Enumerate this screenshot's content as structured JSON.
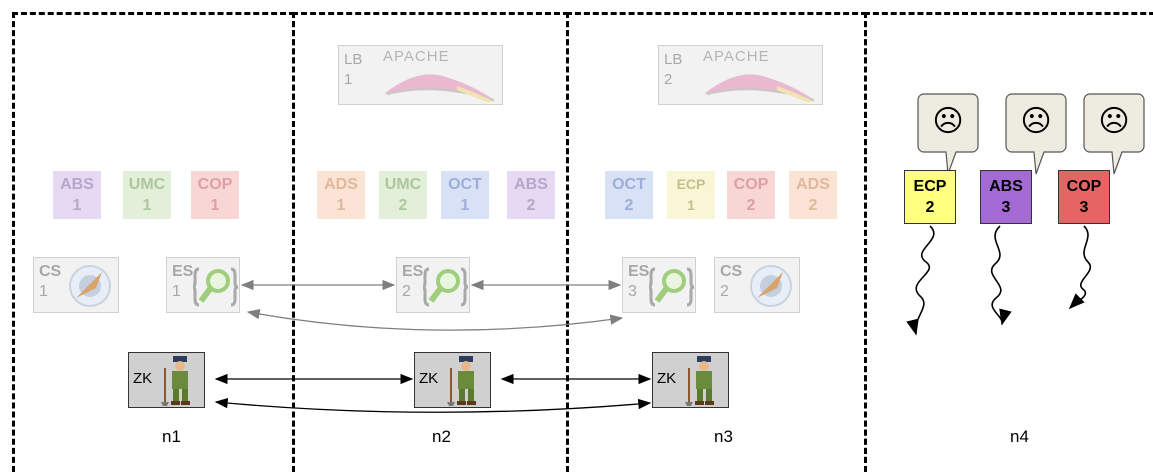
{
  "nodes": [
    {
      "label": "n1"
    },
    {
      "label": "n2"
    },
    {
      "label": "n3"
    },
    {
      "label": "n4"
    }
  ],
  "services": {
    "n1": [
      {
        "name": "ABS",
        "num": "1",
        "icon": "abs-service-box"
      },
      {
        "name": "UMC",
        "num": "1",
        "icon": "umc-service-box"
      },
      {
        "name": "COP",
        "num": "1",
        "icon": "cop-service-box"
      }
    ],
    "n2": [
      {
        "name": "ADS",
        "num": "1"
      },
      {
        "name": "UMC",
        "num": "2"
      },
      {
        "name": "OCT",
        "num": "1"
      },
      {
        "name": "ABS",
        "num": "2"
      }
    ],
    "n3": [
      {
        "name": "OCT",
        "num": "2"
      },
      {
        "name": "ECP",
        "num": "1"
      },
      {
        "name": "COP",
        "num": "2"
      },
      {
        "name": "ADS",
        "num": "2"
      }
    ],
    "n4": [
      {
        "name": "ECP",
        "num": "2"
      },
      {
        "name": "ABS",
        "num": "3"
      },
      {
        "name": "COP",
        "num": "3"
      }
    ]
  },
  "load_balancers": [
    {
      "tag": "LB",
      "num": "1",
      "brand": "APACHE"
    },
    {
      "tag": "LB",
      "num": "2",
      "brand": "APACHE"
    }
  ],
  "config_servers": [
    {
      "tag": "CS",
      "num": "1",
      "icon": "rocket-logo-icon"
    },
    {
      "tag": "CS",
      "num": "2",
      "icon": "rocket-logo-icon"
    }
  ],
  "search_nodes": [
    {
      "tag": "ES",
      "num": "1",
      "icon": "magnifier-icon"
    },
    {
      "tag": "ES",
      "num": "2",
      "icon": "magnifier-icon"
    },
    {
      "tag": "ES",
      "num": "3",
      "icon": "magnifier-icon"
    }
  ],
  "zookeepers": [
    {
      "tag": "ZK",
      "icon": "zookeeper-figure-icon"
    },
    {
      "tag": "ZK",
      "icon": "zookeeper-figure-icon"
    },
    {
      "tag": "ZK",
      "icon": "zookeeper-figure-icon"
    }
  ],
  "sad_face": "☹",
  "colors": {
    "ecp_active": "#ffff80",
    "abs_active": "#a36ad4",
    "cop_active": "#e56565",
    "bubble_fill": "#eeece1",
    "es_arrow": "#7f7f7f",
    "zk_arrow": "#000000"
  }
}
